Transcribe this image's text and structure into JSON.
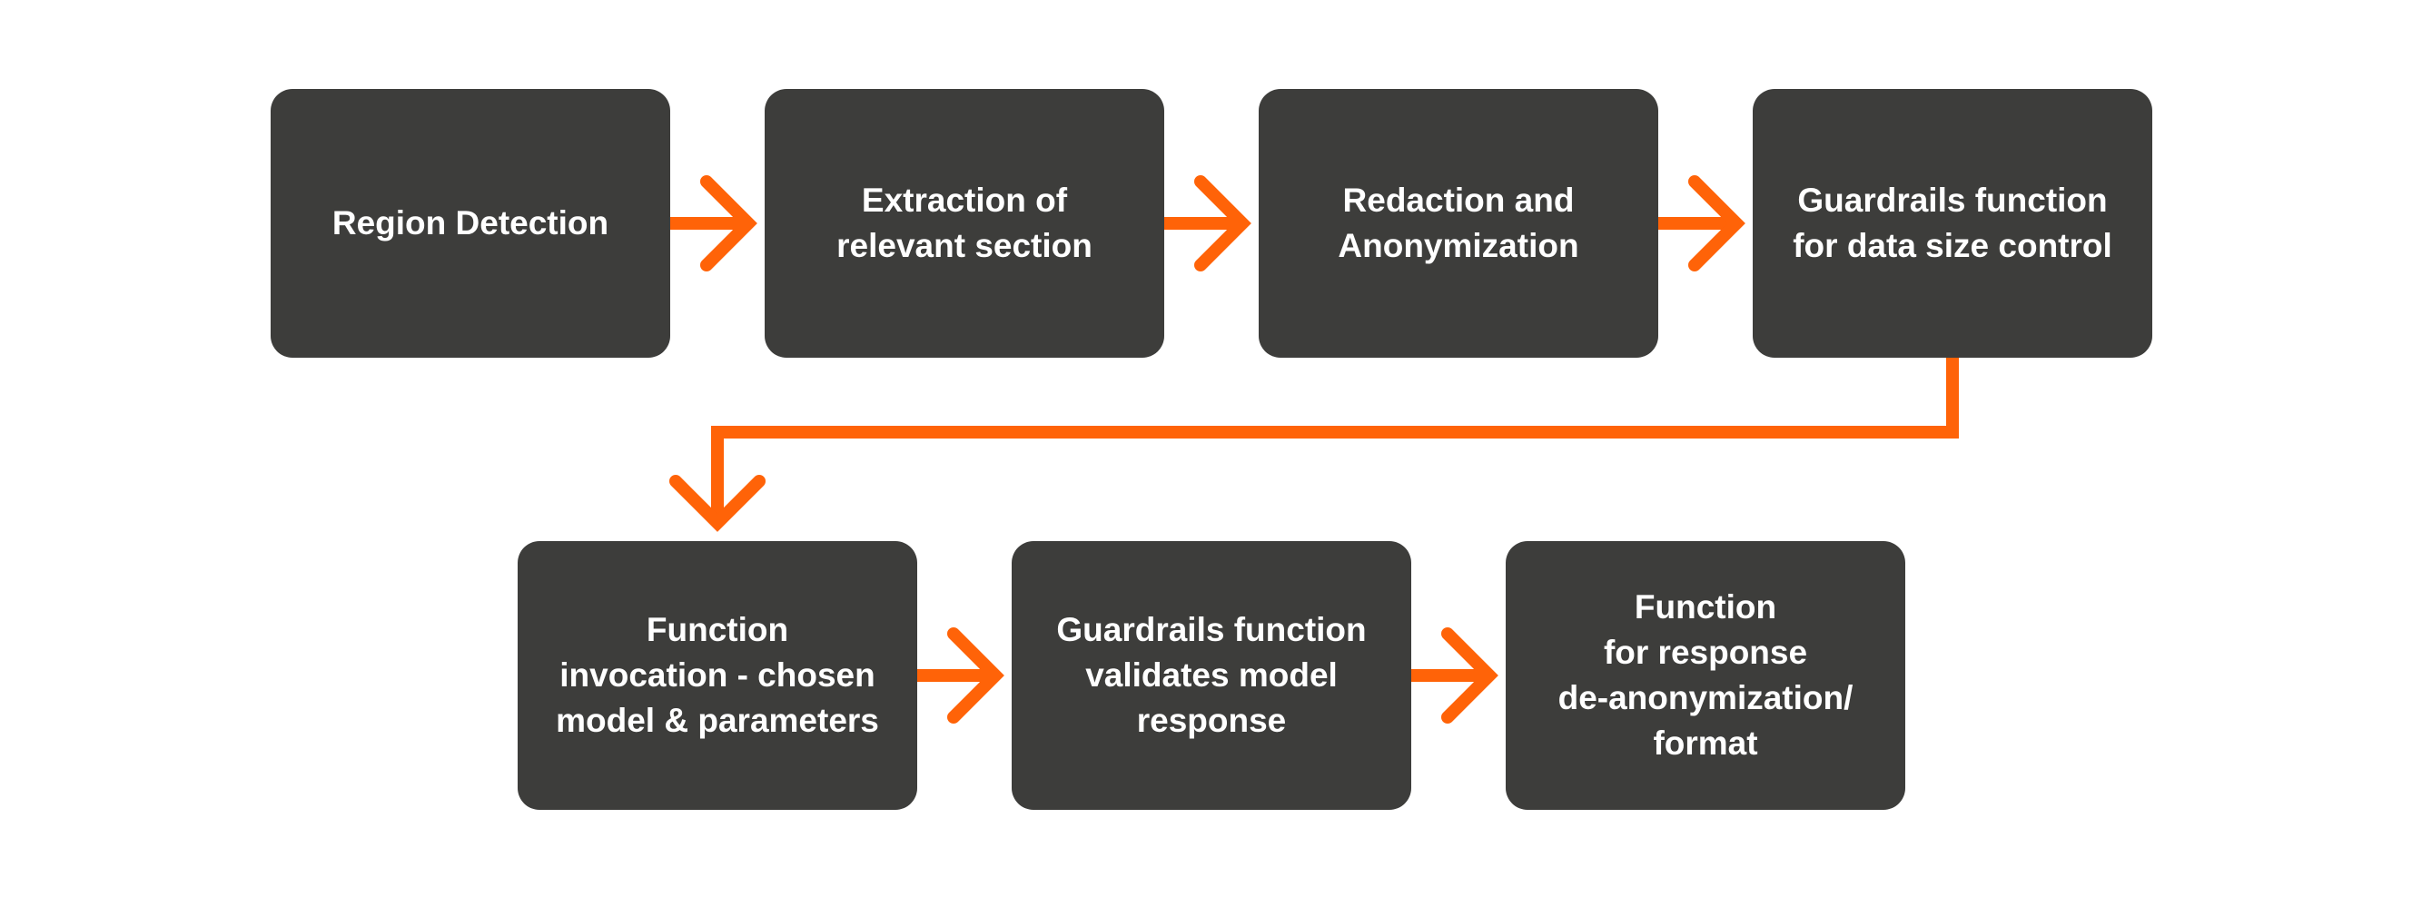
{
  "diagram": {
    "accent_color": "#ff6308",
    "box_color": "#3d3d3b",
    "text_color": "#ffffff",
    "steps": [
      {
        "label": "Region Detection"
      },
      {
        "label": "Extraction of\nrelevant section"
      },
      {
        "label": "Redaction and\nAnonymization"
      },
      {
        "label": "Guardrails function\nfor data size control"
      },
      {
        "label": "Function\ninvocation - chosen\nmodel & parameters"
      },
      {
        "label": "Guardrails function\nvalidates model\nresponse"
      },
      {
        "label": "Function\nfor response\nde-anonymization/\nformat"
      }
    ]
  }
}
